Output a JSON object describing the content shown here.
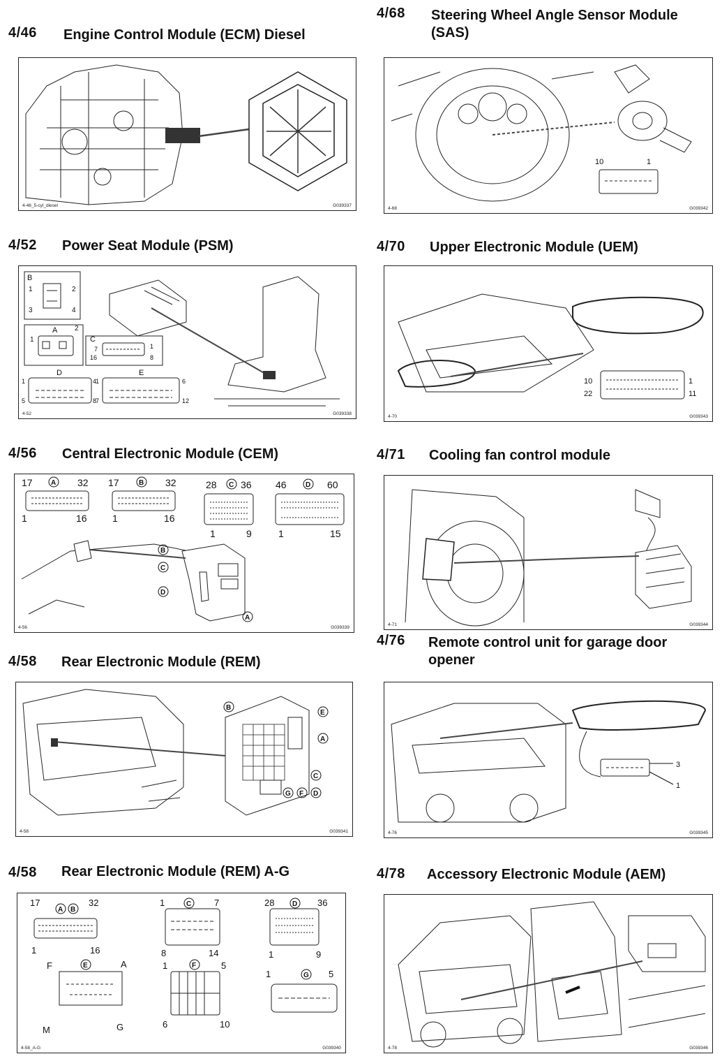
{
  "sections": [
    {
      "id": "4-46",
      "number": "4/46",
      "title": "Engine Control Module (ECM) Diesel",
      "fig_code": "4-46_5-cyl_diesel",
      "fig_ref": "G039337"
    },
    {
      "id": "4-68",
      "number": "4/68",
      "title": "Steering Wheel Angle Sensor Module (SAS)",
      "fig_code": "4-68",
      "fig_ref": "G039342",
      "pins": [
        "10",
        "1"
      ]
    },
    {
      "id": "4-52",
      "number": "4/52",
      "title": "Power Seat Module (PSM)",
      "fig_code": "4-52",
      "fig_ref": "G039338",
      "connectors": {
        "B": [
          "1",
          "2",
          "3",
          "4"
        ],
        "A": [
          "1",
          "2"
        ],
        "C": [
          "7",
          "1",
          "16",
          "8"
        ],
        "D": [
          "1",
          "4",
          "5",
          "8"
        ],
        "E": [
          "1",
          "6",
          "7",
          "12"
        ]
      },
      "letters": [
        "B",
        "A",
        "C",
        "D",
        "E"
      ]
    },
    {
      "id": "4-70",
      "number": "4/70",
      "title": "Upper Electronic Module (UEM)",
      "fig_code": "4-70",
      "fig_ref": "G039343",
      "pins": [
        "10",
        "1",
        "22",
        "11"
      ]
    },
    {
      "id": "4-56",
      "number": "4/56",
      "title": "Central Electronic Module (CEM)",
      "fig_code": "4-56",
      "fig_ref": "G039339",
      "connectors": [
        {
          "letter": "A",
          "pins": [
            "17",
            "32",
            "1",
            "16"
          ]
        },
        {
          "letter": "B",
          "pins": [
            "17",
            "32",
            "1",
            "16"
          ]
        },
        {
          "letter": "C",
          "pins": [
            "28",
            "36",
            "1",
            "9"
          ]
        },
        {
          "letter": "D",
          "pins": [
            "46",
            "60",
            "1",
            "15"
          ]
        }
      ],
      "callouts": [
        "B",
        "C",
        "D",
        "A"
      ]
    },
    {
      "id": "4-71",
      "number": "4/71",
      "title": "Cooling fan control module",
      "fig_code": "4-71",
      "fig_ref": "G039344"
    },
    {
      "id": "4-58a",
      "number": "4/58",
      "title": "Rear Electronic Module (REM)",
      "fig_code": "4-58",
      "fig_ref": "G039341",
      "callouts": [
        "B",
        "E",
        "A",
        "C",
        "D",
        "F",
        "G"
      ]
    },
    {
      "id": "4-76",
      "number": "4/76",
      "title": "Remote control unit for garage door opener",
      "fig_code": "4-76",
      "fig_ref": "G039345",
      "pins": [
        "3",
        "1"
      ]
    },
    {
      "id": "4-58b",
      "number": "4/58",
      "title": "Rear Electronic Module (REM) A-G",
      "fig_code": "4-58_A-G",
      "fig_ref": "G039340",
      "connectors": {
        "AB": {
          "letters": [
            "A",
            "B"
          ],
          "pins": [
            "17",
            "32",
            "1",
            "16"
          ]
        },
        "C": {
          "letter": "C",
          "pins": [
            "1",
            "7",
            "8",
            "14"
          ]
        },
        "D": {
          "letter": "D",
          "pins": [
            "28",
            "36",
            "1",
            "9"
          ]
        },
        "E": {
          "letter": "E",
          "pins": [
            "F",
            "A",
            "M",
            "G"
          ]
        },
        "F": {
          "letter": "F",
          "pins": [
            "1",
            "5",
            "6",
            "10"
          ]
        },
        "G": {
          "letter": "G",
          "pins": [
            "1",
            "5"
          ]
        }
      }
    },
    {
      "id": "4-78",
      "number": "4/78",
      "title": "Accessory Electronic Module (AEM)",
      "fig_code": "4-78",
      "fig_ref": "G039346"
    }
  ]
}
